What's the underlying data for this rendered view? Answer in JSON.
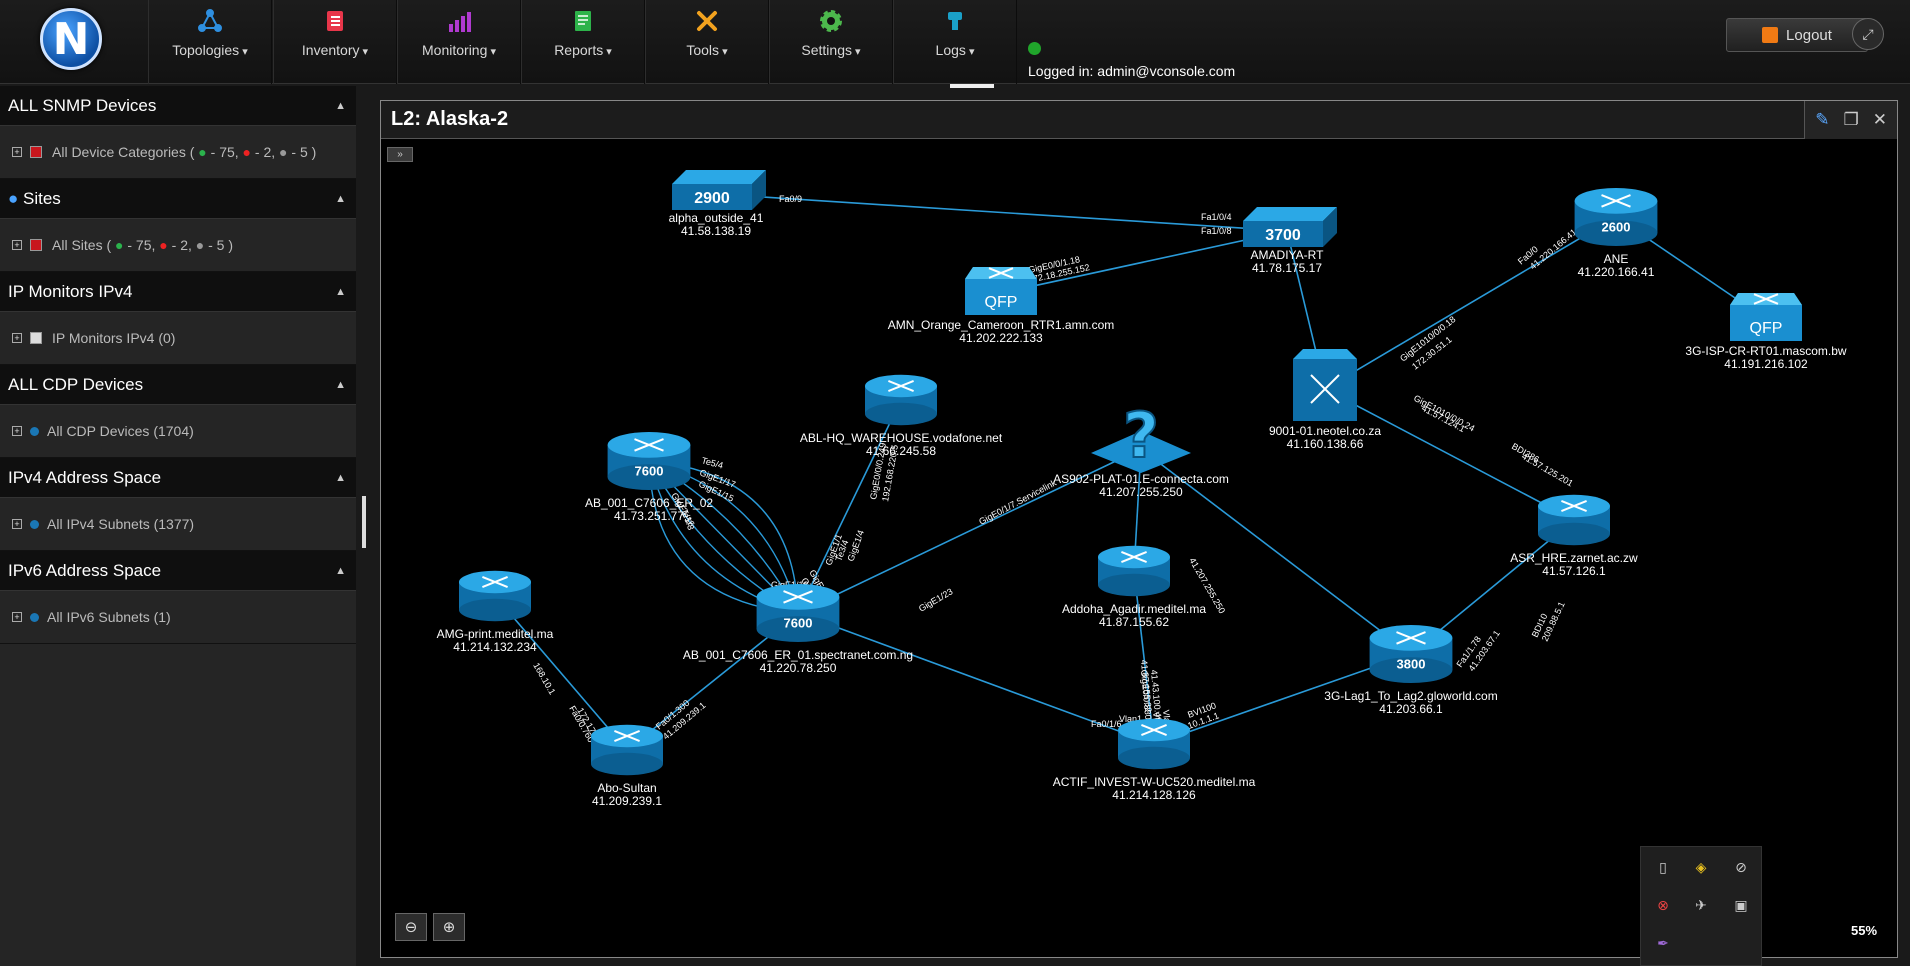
{
  "nav": {
    "logo_letter": "N",
    "items": [
      {
        "label": "Topologies",
        "icon": "topology-icon",
        "color": "#2e8fe0"
      },
      {
        "label": "Inventory",
        "icon": "inventory-icon",
        "color": "#e8364a"
      },
      {
        "label": "Monitoring",
        "icon": "monitoring-icon",
        "color": "#b03ad0"
      },
      {
        "label": "Reports",
        "icon": "reports-icon",
        "color": "#2db34a"
      },
      {
        "label": "Tools",
        "icon": "tools-icon",
        "color": "#f2a21e"
      },
      {
        "label": "Settings",
        "icon": "settings-icon",
        "color": "#4cb84c"
      },
      {
        "label": "Logs",
        "icon": "logs-icon",
        "color": "#1aa0c8"
      }
    ],
    "logged_in": "Logged in: admin@vconsole.com",
    "logout_label": "Logout"
  },
  "sidebar": {
    "sections": [
      {
        "title": "ALL SNMP Devices",
        "item_pre": "All Device Categories (",
        "green": "- 75,",
        "red": "- 2,",
        "grey": "- 5 )",
        "icon": "red"
      },
      {
        "title": "Sites",
        "item_pre": "All Sites (",
        "green": "- 75,",
        "red": "- 2,",
        "grey": "- 5 )",
        "icon": "red"
      },
      {
        "title": "IP Monitors IPv4",
        "item": "IP Monitors IPv4 (0)",
        "icon": "white"
      },
      {
        "title": "ALL CDP Devices",
        "item": "All CDP Devices (1704)",
        "icon": "blue"
      },
      {
        "title": "IPv4 Address Space",
        "item": "All IPv4 Subnets (1377)",
        "icon": "blue"
      },
      {
        "title": "IPv6 Address Space",
        "item": "All IPv6 Subnets (1)",
        "icon": "blue"
      }
    ]
  },
  "map": {
    "title": "L2: Alaska-2",
    "zoom": "55%",
    "nodes": [
      {
        "id": "alpha",
        "name": "alpha_outside_41",
        "ip": "41.58.138.19",
        "type": "switch",
        "model": "2900"
      },
      {
        "id": "amadiya",
        "name": "AMADIYA-RT",
        "ip": "41.78.175.17",
        "type": "switch",
        "model": "3700"
      },
      {
        "id": "amn",
        "name": "AMN_Orange_Cameroon_RTR1.amn.com",
        "ip": "41.202.222.133",
        "type": "qfp",
        "model": "QFP"
      },
      {
        "id": "ane",
        "name": "ANE",
        "ip": "41.220.166.41",
        "type": "router",
        "model": "2600"
      },
      {
        "id": "isp",
        "name": "3G-ISP-CR-RT01.mascom.bw",
        "ip": "41.191.216.102",
        "type": "qfp",
        "model": "QFP"
      },
      {
        "id": "neotel",
        "name": "9001-01.neotel.co.za",
        "ip": "41.160.138.66",
        "type": "xswitch",
        "model": ""
      },
      {
        "id": "abl",
        "name": "ABL-HQ_WAREHOUSE.vodafone.net",
        "ip": "41.66.245.58",
        "type": "router",
        "model": ""
      },
      {
        "id": "er02",
        "name": "AB_001_C7606_ER_02",
        "ip": "41.73.251.77",
        "type": "router",
        "model": "7600"
      },
      {
        "id": "as902",
        "name": "AS902-PLAT-01.E-connecta.com",
        "ip": "41.207.255.250",
        "type": "unknown",
        "model": "?"
      },
      {
        "id": "asr",
        "name": "ASR_HRE.zarnet.ac.zw",
        "ip": "41.57.126.1",
        "type": "router",
        "model": ""
      },
      {
        "id": "amg",
        "name": "AMG-print.meditel.ma",
        "ip": "41.214.132.234",
        "type": "router",
        "model": ""
      },
      {
        "id": "er01",
        "name": "AB_001_C7606_ER_01.spectranet.com.ng",
        "ip": "41.220.78.250",
        "type": "router",
        "model": "7600"
      },
      {
        "id": "addoha",
        "name": "Addoha_Agadir.meditel.ma",
        "ip": "41.87.155.62",
        "type": "router",
        "model": ""
      },
      {
        "id": "lag",
        "name": "3G-Lag1_To_Lag2.gloworld.com",
        "ip": "41.203.66.1",
        "type": "router",
        "model": "3800"
      },
      {
        "id": "abosultan",
        "name": "Abo-Sultan",
        "ip": "41.209.239.1",
        "type": "router",
        "model": ""
      },
      {
        "id": "actif",
        "name": "ACTIF_INVEST-W-UC520.meditel.ma",
        "ip": "41.214.128.126",
        "type": "router",
        "model": ""
      }
    ],
    "port_labels": [
      "Fa0/9",
      "Fa1/0/4",
      "Fa1/0/8",
      "GigE0/0/1.18",
      "172.18.255.152",
      "Fa0/0",
      "41.220.166.41",
      "GigE1010/0/0.18",
      "172.30.51.1",
      "GigE1010/0/0.24",
      "41.57.124.1",
      "BDI386",
      "41.57.125.201",
      "BDI10",
      "209.88.5.1",
      "Fa1/1.78",
      "41.203.67.1",
      "Fa4/1",
      "GigE0/0/0.249",
      "192.168.220.5",
      "GigE0/1/7.Servicelink",
      "GigE1/23",
      "Te5/4",
      "GigE1/17",
      "GigE1/15",
      "GigE1/16",
      "GigE1/18",
      "Te5/3",
      "Te5/5",
      "Te3/4",
      "GigE1/4",
      "GigE1/9",
      "GigE1/17",
      "GigE1/1",
      "GigE1/18",
      "GigE1/19",
      "Vlan1",
      "BVI100",
      "10.1.1.1",
      "Fa0/1/6",
      "Fa0/1.300",
      "41.209.239.1",
      "Fa0/0.760",
      "172.17.70.242",
      "168.10.1",
      "Vlan1",
      "41.207.255.250",
      "Vlan1",
      "41.87.155.62",
      "GigE0/0.880",
      "41.43.100.49"
    ]
  },
  "tray": {
    "icons": [
      "usb-icon",
      "shield-icon",
      "network-off-icon",
      "no-disturb-icon",
      "airplane-icon",
      "connect-icon",
      "pen-icon"
    ]
  }
}
